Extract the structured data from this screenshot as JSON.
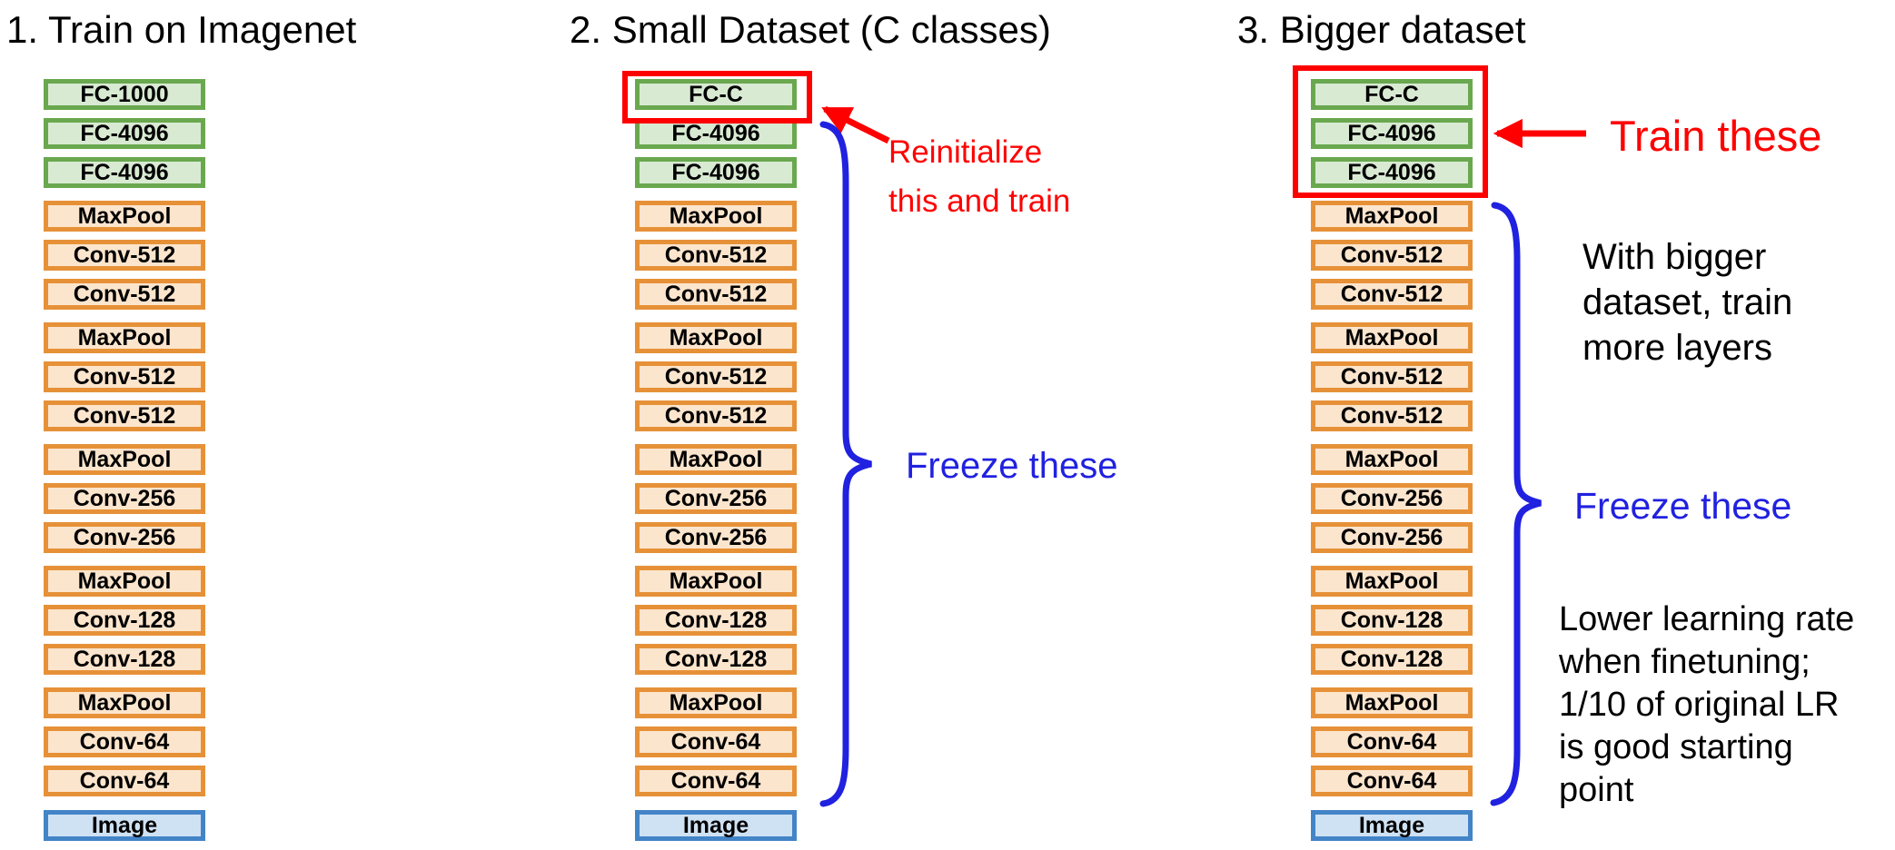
{
  "colors": {
    "page_bg": "#ffffff",
    "text_black": "#000000",
    "annotation_red": "#ff0000",
    "annotation_blue": "#2121e0",
    "layer_fc_fill": "#d9ead3",
    "layer_fc_border": "#6aa84f",
    "layer_conv_fill": "#fce5cd",
    "layer_conv_border": "#e69138",
    "layer_input_fill": "#cfe2f3",
    "layer_input_border": "#4384c7"
  },
  "columns": [
    {
      "title": "1. Train on Imagenet",
      "layers": [
        {
          "label": "FC-1000",
          "type": "fc"
        },
        {
          "label": "FC-4096",
          "type": "fc"
        },
        {
          "label": "FC-4096",
          "type": "fc"
        },
        {
          "label": "MaxPool",
          "type": "conv"
        },
        {
          "label": "Conv-512",
          "type": "conv"
        },
        {
          "label": "Conv-512",
          "type": "conv"
        },
        {
          "label": "MaxPool",
          "type": "conv"
        },
        {
          "label": "Conv-512",
          "type": "conv"
        },
        {
          "label": "Conv-512",
          "type": "conv"
        },
        {
          "label": "MaxPool",
          "type": "conv"
        },
        {
          "label": "Conv-256",
          "type": "conv"
        },
        {
          "label": "Conv-256",
          "type": "conv"
        },
        {
          "label": "MaxPool",
          "type": "conv"
        },
        {
          "label": "Conv-128",
          "type": "conv"
        },
        {
          "label": "Conv-128",
          "type": "conv"
        },
        {
          "label": "MaxPool",
          "type": "conv"
        },
        {
          "label": "Conv-64",
          "type": "conv"
        },
        {
          "label": "Conv-64",
          "type": "conv"
        },
        {
          "label": "Image",
          "type": "input"
        }
      ]
    },
    {
      "title": "2. Small Dataset (C classes)",
      "layers": [
        {
          "label": "FC-C",
          "type": "fc"
        },
        {
          "label": "FC-4096",
          "type": "fc"
        },
        {
          "label": "FC-4096",
          "type": "fc"
        },
        {
          "label": "MaxPool",
          "type": "conv"
        },
        {
          "label": "Conv-512",
          "type": "conv"
        },
        {
          "label": "Conv-512",
          "type": "conv"
        },
        {
          "label": "MaxPool",
          "type": "conv"
        },
        {
          "label": "Conv-512",
          "type": "conv"
        },
        {
          "label": "Conv-512",
          "type": "conv"
        },
        {
          "label": "MaxPool",
          "type": "conv"
        },
        {
          "label": "Conv-256",
          "type": "conv"
        },
        {
          "label": "Conv-256",
          "type": "conv"
        },
        {
          "label": "MaxPool",
          "type": "conv"
        },
        {
          "label": "Conv-128",
          "type": "conv"
        },
        {
          "label": "Conv-128",
          "type": "conv"
        },
        {
          "label": "MaxPool",
          "type": "conv"
        },
        {
          "label": "Conv-64",
          "type": "conv"
        },
        {
          "label": "Conv-64",
          "type": "conv"
        },
        {
          "label": "Image",
          "type": "input"
        }
      ],
      "annotations": {
        "reinitialize_note": "Reinitialize\nthis and train",
        "freeze_label": "Freeze these"
      }
    },
    {
      "title": "3. Bigger dataset",
      "layers": [
        {
          "label": "FC-C",
          "type": "fc"
        },
        {
          "label": "FC-4096",
          "type": "fc"
        },
        {
          "label": "FC-4096",
          "type": "fc"
        },
        {
          "label": "MaxPool",
          "type": "conv"
        },
        {
          "label": "Conv-512",
          "type": "conv"
        },
        {
          "label": "Conv-512",
          "type": "conv"
        },
        {
          "label": "MaxPool",
          "type": "conv"
        },
        {
          "label": "Conv-512",
          "type": "conv"
        },
        {
          "label": "Conv-512",
          "type": "conv"
        },
        {
          "label": "MaxPool",
          "type": "conv"
        },
        {
          "label": "Conv-256",
          "type": "conv"
        },
        {
          "label": "Conv-256",
          "type": "conv"
        },
        {
          "label": "MaxPool",
          "type": "conv"
        },
        {
          "label": "Conv-128",
          "type": "conv"
        },
        {
          "label": "Conv-128",
          "type": "conv"
        },
        {
          "label": "MaxPool",
          "type": "conv"
        },
        {
          "label": "Conv-64",
          "type": "conv"
        },
        {
          "label": "Conv-64",
          "type": "conv"
        },
        {
          "label": "Image",
          "type": "input"
        }
      ],
      "annotations": {
        "train_label": "Train these",
        "bigger_note": "With bigger\ndataset, train\nmore layers",
        "freeze_label": "Freeze these",
        "lr_note": "Lower learning rate\nwhen finetuning;\n1/10 of original LR\nis good starting\npoint"
      }
    }
  ]
}
